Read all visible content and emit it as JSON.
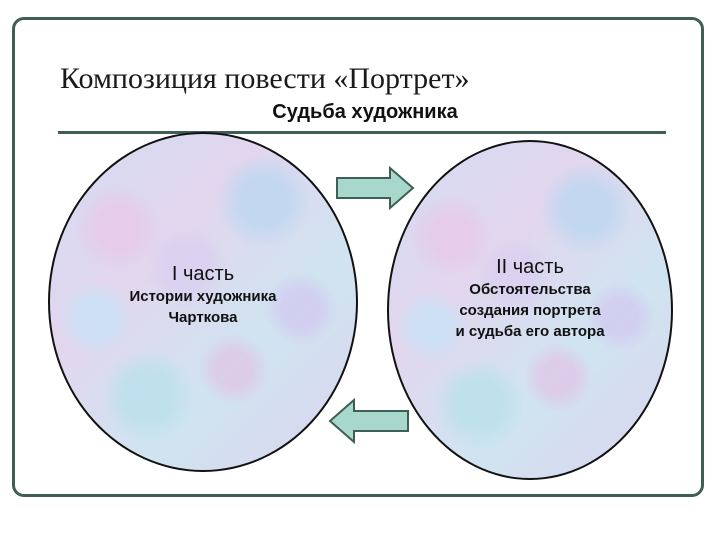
{
  "title": "Композиция повести «Портрет»",
  "subtitle": "Судьба художника",
  "part1": {
    "label": "I часть",
    "line1": "Истории художника",
    "line2": "Чарткова"
  },
  "part2": {
    "label": "II часть",
    "line1": "Обстоятельства",
    "line2": "создания портрета",
    "line3": "и судьба его автора"
  },
  "colors": {
    "frame": "#3f5f55",
    "arrow_fill": "#a8d8cc",
    "arrow_stroke": "#3f5f55",
    "ellipse_fill": "#d6dcf2"
  },
  "icons": {
    "forward_arrow": "arrow-right-icon",
    "back_arrow": "arrow-left-icon"
  }
}
